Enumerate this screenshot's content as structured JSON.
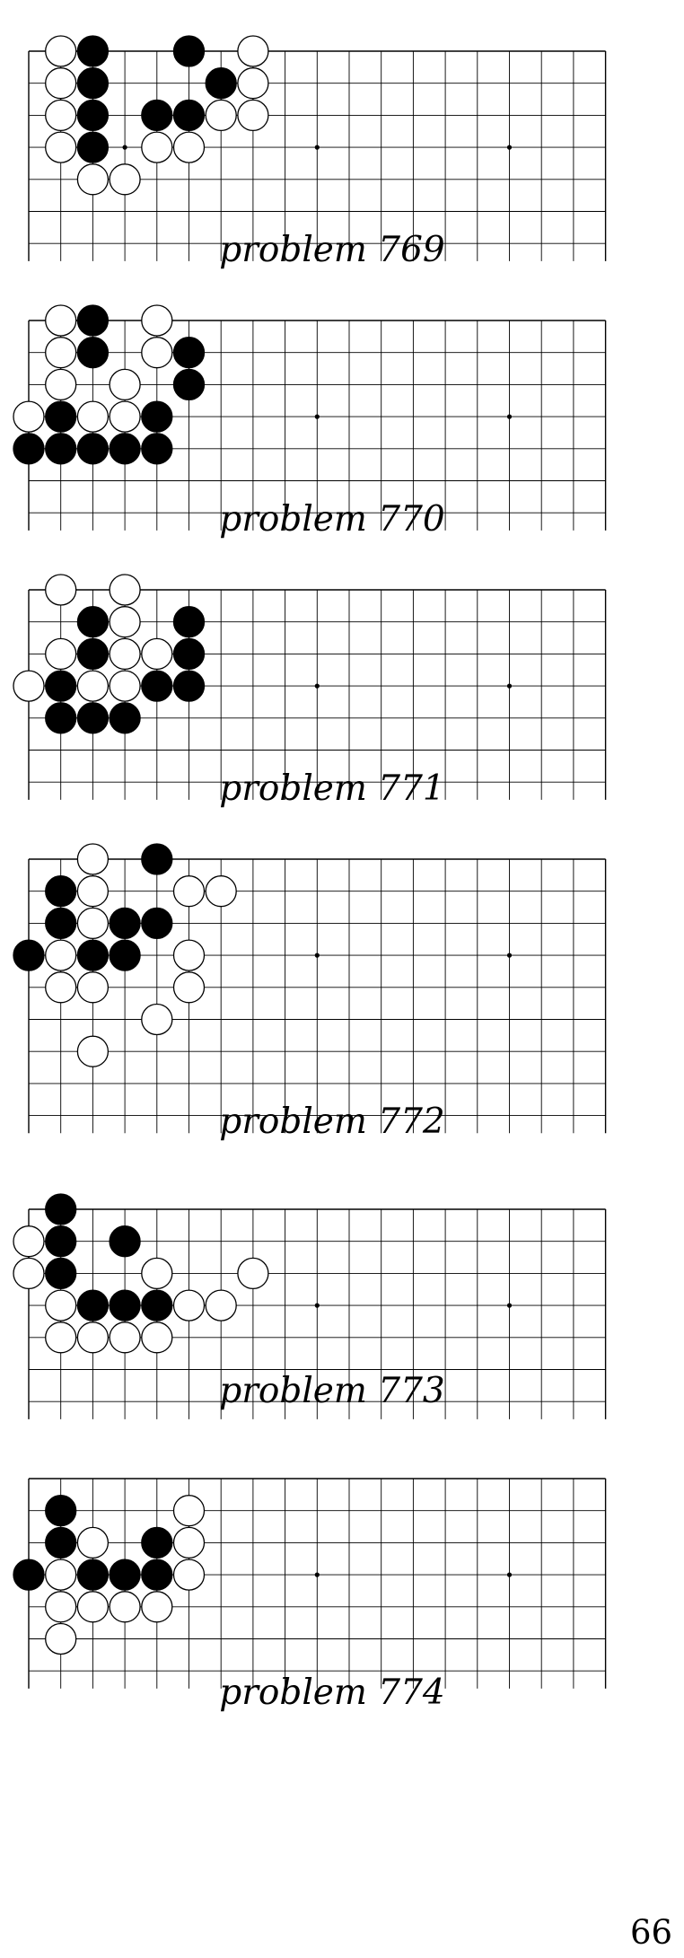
{
  "problems": [
    {
      "caption": "problem 769",
      "black": [
        [
          2,
          0
        ],
        [
          5,
          0
        ],
        [
          2,
          1
        ],
        [
          6,
          1
        ],
        [
          2,
          2
        ],
        [
          4,
          2
        ],
        [
          5,
          2
        ],
        [
          2,
          3
        ]
      ],
      "white": [
        [
          1,
          0
        ],
        [
          7,
          0
        ],
        [
          1,
          1
        ],
        [
          7,
          1
        ],
        [
          1,
          2
        ],
        [
          6,
          2
        ],
        [
          7,
          2
        ],
        [
          1,
          3
        ],
        [
          4,
          3
        ],
        [
          5,
          3
        ],
        [
          2,
          4
        ],
        [
          3,
          4
        ]
      ]
    },
    {
      "caption": "problem 770",
      "black": [
        [
          2,
          0
        ],
        [
          2,
          1
        ],
        [
          5,
          1
        ],
        [
          5,
          2
        ],
        [
          1,
          3
        ],
        [
          4,
          3
        ],
        [
          0,
          4
        ],
        [
          1,
          4
        ],
        [
          2,
          4
        ],
        [
          3,
          4
        ],
        [
          4,
          4
        ]
      ],
      "white": [
        [
          1,
          0
        ],
        [
          4,
          0
        ],
        [
          1,
          1
        ],
        [
          4,
          1
        ],
        [
          1,
          2
        ],
        [
          3,
          2
        ],
        [
          0,
          3
        ],
        [
          2,
          3
        ],
        [
          3,
          3
        ]
      ]
    },
    {
      "caption": "problem 771",
      "black": [
        [
          2,
          1
        ],
        [
          5,
          1
        ],
        [
          2,
          2
        ],
        [
          5,
          2
        ],
        [
          1,
          3
        ],
        [
          4,
          3
        ],
        [
          5,
          3
        ],
        [
          1,
          4
        ],
        [
          2,
          4
        ],
        [
          3,
          4
        ]
      ],
      "white": [
        [
          1,
          0
        ],
        [
          3,
          0
        ],
        [
          3,
          1
        ],
        [
          1,
          2
        ],
        [
          3,
          2
        ],
        [
          4,
          2
        ],
        [
          0,
          3
        ],
        [
          2,
          3
        ],
        [
          3,
          3
        ]
      ]
    },
    {
      "caption": "problem 772",
      "black": [
        [
          4,
          0
        ],
        [
          1,
          1
        ],
        [
          1,
          2
        ],
        [
          3,
          2
        ],
        [
          4,
          2
        ],
        [
          0,
          3
        ],
        [
          2,
          3
        ],
        [
          3,
          3
        ]
      ],
      "white": [
        [
          2,
          0
        ],
        [
          2,
          1
        ],
        [
          5,
          1
        ],
        [
          6,
          1
        ],
        [
          2,
          2
        ],
        [
          1,
          3
        ],
        [
          5,
          3
        ],
        [
          1,
          4
        ],
        [
          2,
          4
        ],
        [
          5,
          4
        ],
        [
          4,
          5
        ],
        [
          2,
          6
        ]
      ]
    },
    {
      "caption": "problem 773",
      "black": [
        [
          1,
          0
        ],
        [
          1,
          1
        ],
        [
          3,
          1
        ],
        [
          1,
          2
        ],
        [
          2,
          3
        ],
        [
          3,
          3
        ],
        [
          4,
          3
        ]
      ],
      "white": [
        [
          0,
          1
        ],
        [
          0,
          2
        ],
        [
          4,
          2
        ],
        [
          7,
          2
        ],
        [
          1,
          3
        ],
        [
          5,
          3
        ],
        [
          6,
          3
        ],
        [
          1,
          4
        ],
        [
          2,
          4
        ],
        [
          3,
          4
        ],
        [
          4,
          4
        ]
      ]
    },
    {
      "caption": "problem 774",
      "black": [
        [
          1,
          1
        ],
        [
          1,
          2
        ],
        [
          4,
          2
        ],
        [
          0,
          3
        ],
        [
          2,
          3
        ],
        [
          3,
          3
        ],
        [
          4,
          3
        ]
      ],
      "white": [
        [
          5,
          1
        ],
        [
          2,
          2
        ],
        [
          5,
          2
        ],
        [
          1,
          3
        ],
        [
          5,
          3
        ],
        [
          1,
          4
        ],
        [
          2,
          4
        ],
        [
          3,
          4
        ],
        [
          4,
          4
        ],
        [
          1,
          5
        ]
      ]
    }
  ],
  "page_number": "66"
}
